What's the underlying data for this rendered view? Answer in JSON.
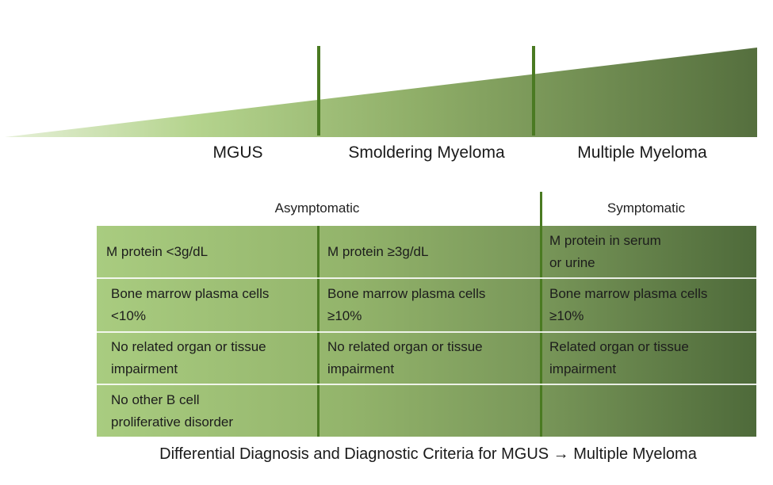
{
  "stages": [
    "MGUS",
    "Smoldering Myeloma",
    "Multiple Myeloma"
  ],
  "groups": {
    "asymptomatic": "Asymptomatic",
    "symptomatic": "Symptomatic"
  },
  "table": {
    "rows": [
      [
        "M protein <3g/dL",
        "M protein ≥3g/dL",
        "M protein in serum\nor urine"
      ],
      [
        "Bone marrow plasma cells\n<10%",
        "Bone marrow plasma cells\n≥10%",
        "Bone marrow plasma cells\n≥10%"
      ],
      [
        "No related organ or tissue\nimpairment",
        "No related organ or tissue\nimpairment",
        "Related organ or tissue\nimpairment"
      ],
      [
        "No other B cell\nproliferative disorder",
        "",
        ""
      ]
    ]
  },
  "caption": "Differential Diagnosis and Diagnostic Criteria for MGUS → Multiple Myeloma",
  "colors": {
    "light_green": "#a9cc80",
    "dark_green": "#4e6a3a",
    "divider_green": "#4a7a22"
  }
}
